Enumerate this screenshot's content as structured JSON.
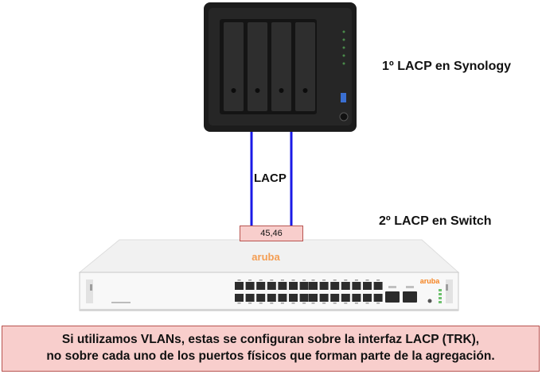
{
  "nas": {
    "label": "1º LACP en Synology"
  },
  "switch": {
    "label": "2º LACP en Switch",
    "ports_box": "45,46",
    "brand": "aruba"
  },
  "link": {
    "label": "LACP",
    "color": "#1a1ae6"
  },
  "note": {
    "line1": "Si utilizamos VLANs, estas se configuran sobre la interfaz LACP (TRK),",
    "line2": "no sobre cada uno de los puertos físicos que forman parte de la agregación."
  },
  "colors": {
    "box_fill": "#f8cecc",
    "box_border": "#b85450",
    "brand_orange": "#f5821f"
  }
}
